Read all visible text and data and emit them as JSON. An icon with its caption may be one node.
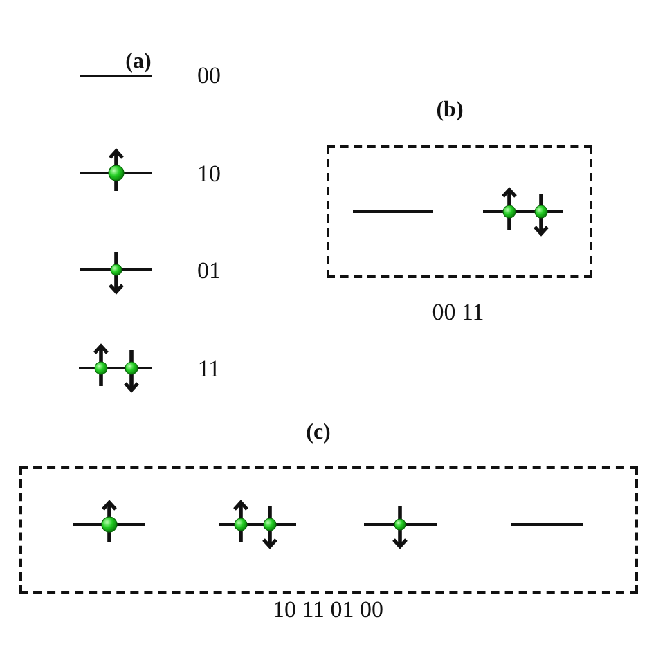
{
  "diagram": {
    "labels": [
      "(a)",
      "00",
      "(b)",
      "10",
      "01",
      "00 11",
      "11",
      "(c)",
      "10 11 01 00"
    ]
  }
}
